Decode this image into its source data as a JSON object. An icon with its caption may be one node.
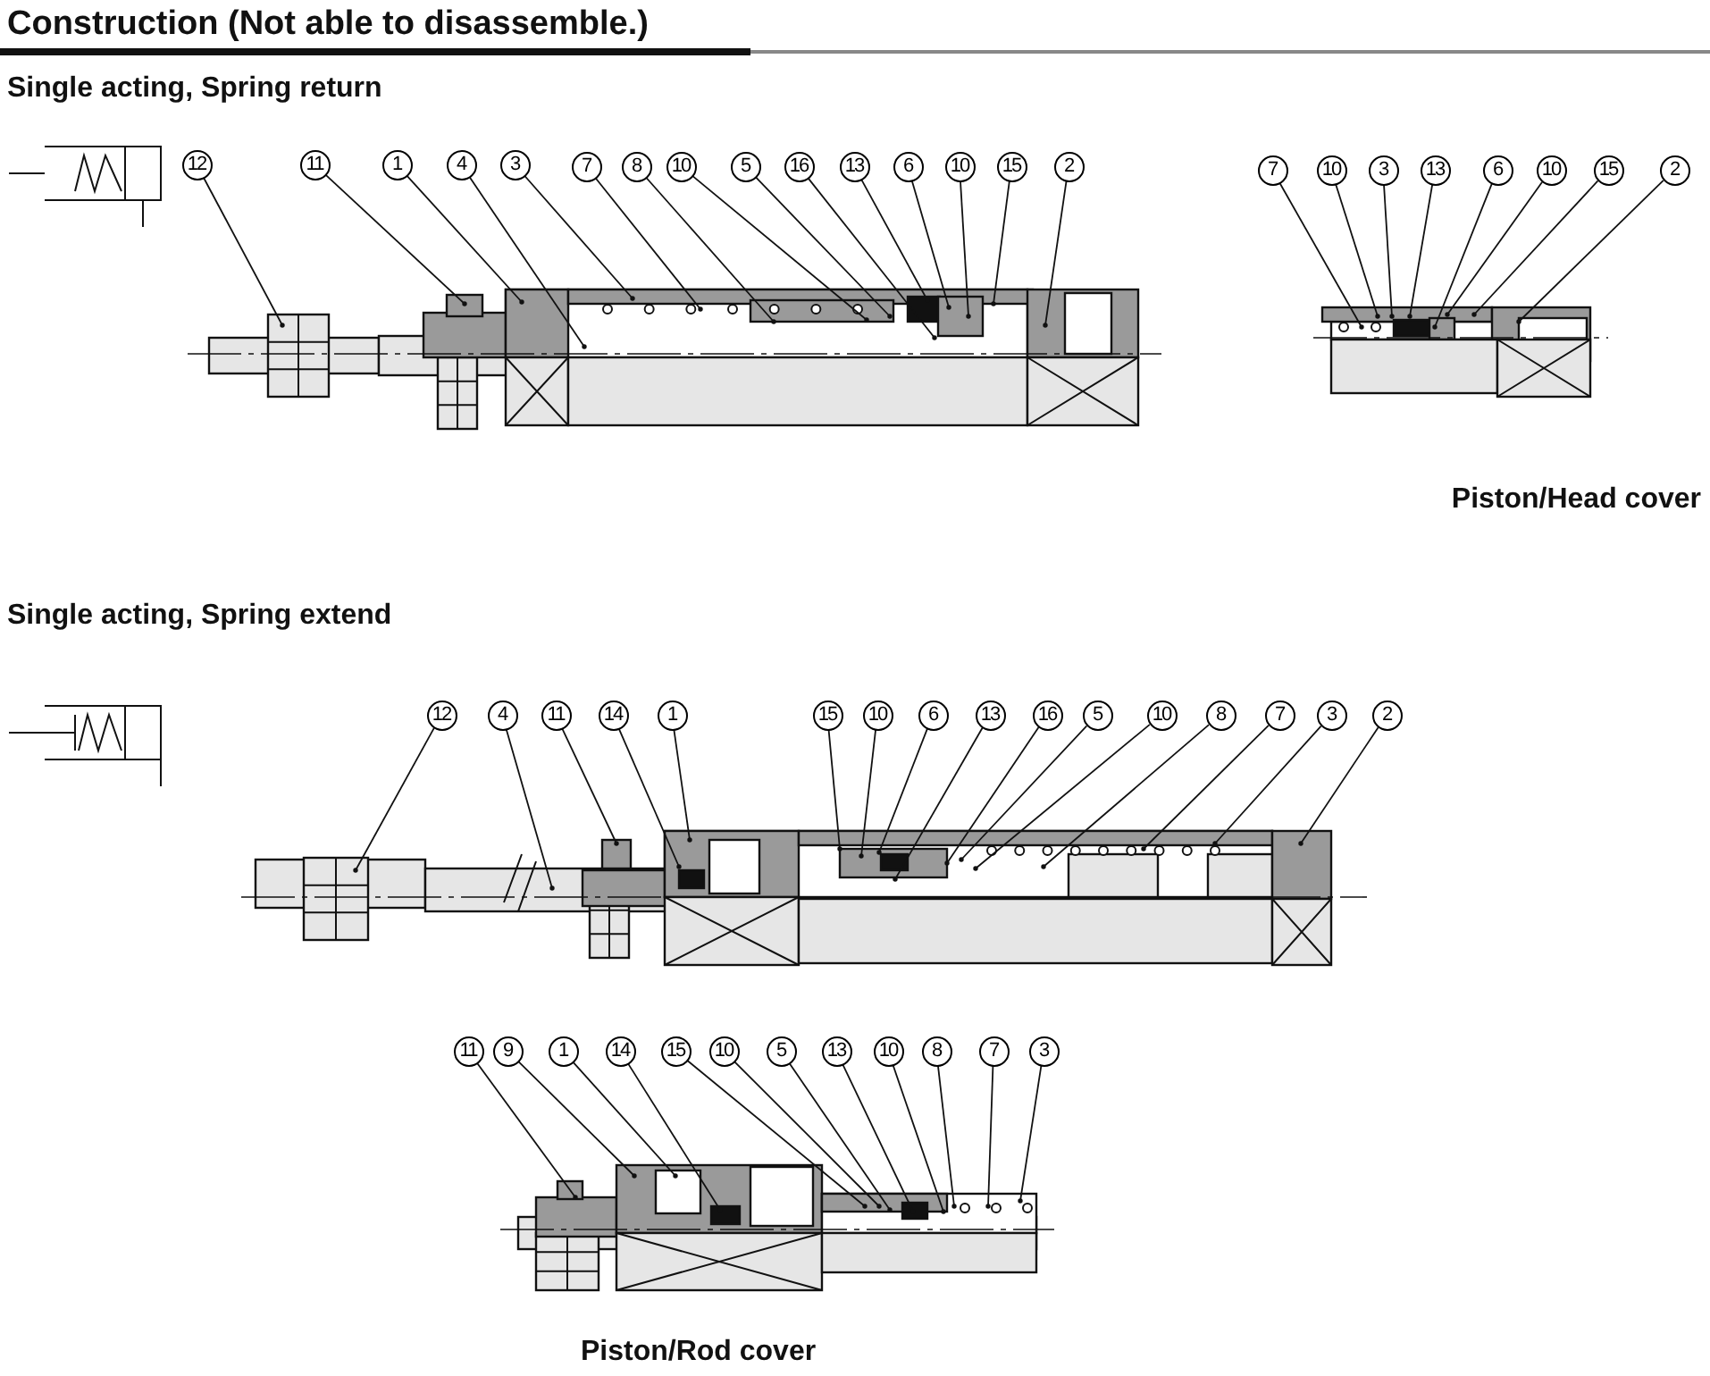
{
  "diagram": {
    "title": "Construction (Not able to disassemble.)",
    "nodes": [
      {
        "text": [
          "12"
        ]
      },
      {
        "text": [
          "11"
        ]
      },
      {
        "text": [
          "1"
        ]
      },
      {
        "text": [
          "4"
        ]
      },
      {
        "text": [
          "3"
        ]
      },
      {
        "text": [
          "7"
        ]
      },
      {
        "text": [
          "8"
        ]
      },
      {
        "text": [
          "10"
        ]
      },
      {
        "text": [
          "5"
        ]
      },
      {
        "text": [
          "16"
        ]
      },
      {
        "text": [
          "13"
        ]
      },
      {
        "text": [
          "6"
        ]
      },
      {
        "text": [
          "10"
        ]
      },
      {
        "text": [
          "15"
        ]
      },
      {
        "text": [
          "2"
        ]
      },
      {
        "text": [
          "7"
        ]
      },
      {
        "text": [
          "10"
        ]
      },
      {
        "text": [
          "3"
        ]
      },
      {
        "text": [
          "13"
        ]
      },
      {
        "text": [
          "6"
        ]
      },
      {
        "text": [
          "10"
        ]
      },
      {
        "text": [
          "15"
        ]
      },
      {
        "text": [
          "2"
        ]
      },
      {
        "text": [
          "12"
        ]
      },
      {
        "text": [
          "4"
        ]
      },
      {
        "text": [
          "11"
        ]
      },
      {
        "text": [
          "14"
        ]
      },
      {
        "text": [
          "1"
        ]
      },
      {
        "text": [
          "15"
        ]
      },
      {
        "text": [
          "10"
        ]
      },
      {
        "text": [
          "6"
        ]
      },
      {
        "text": [
          "13"
        ]
      },
      {
        "text": [
          "16"
        ]
      },
      {
        "text": [
          "5"
        ]
      },
      {
        "text": [
          "10"
        ]
      },
      {
        "text": [
          "8"
        ]
      },
      {
        "text": [
          "7"
        ]
      },
      {
        "text": [
          "3"
        ]
      },
      {
        "text": [
          "2"
        ]
      },
      {
        "text": [
          "11"
        ]
      },
      {
        "text": [
          "9"
        ]
      },
      {
        "text": [
          "1"
        ]
      },
      {
        "text": [
          "14"
        ]
      },
      {
        "text": [
          "15"
        ]
      },
      {
        "text": [
          "10"
        ]
      },
      {
        "text": [
          "5"
        ]
      },
      {
        "text": [
          "13"
        ]
      },
      {
        "text": [
          "10"
        ]
      },
      {
        "text": [
          "8"
        ]
      },
      {
        "text": [
          "7"
        ]
      },
      {
        "text": [
          "3"
        ]
      }
    ],
    "edges": [
      {
        "from": 0,
        "to": null,
        "arrow": "other"
      },
      {
        "from": 1,
        "to": null,
        "arrow": "other"
      },
      {
        "from": 2,
        "to": null,
        "arrow": "other"
      },
      {
        "from": 3,
        "to": null,
        "arrow": "other"
      },
      {
        "from": 4,
        "to": null,
        "arrow": "other"
      },
      {
        "from": 5,
        "to": null,
        "arrow": "other"
      },
      {
        "from": 6,
        "to": null,
        "arrow": "other"
      },
      {
        "from": 7,
        "to": null,
        "arrow": "other"
      },
      {
        "from": 8,
        "to": null,
        "arrow": "other"
      },
      {
        "from": 9,
        "to": null,
        "arrow": "other"
      },
      {
        "from": 10,
        "to": null,
        "arrow": "other"
      },
      {
        "from": 11,
        "to": null,
        "arrow": "other"
      },
      {
        "from": 12,
        "to": null,
        "arrow": "other"
      },
      {
        "from": 13,
        "to": null,
        "arrow": "other"
      },
      {
        "from": 14,
        "to": null,
        "arrow": "other"
      },
      {
        "from": 15,
        "to": null,
        "arrow": "other"
      },
      {
        "from": 16,
        "to": null,
        "arrow": "other"
      },
      {
        "from": 17,
        "to": null,
        "arrow": "other"
      },
      {
        "from": 18,
        "to": null,
        "arrow": "other"
      },
      {
        "from": 19,
        "to": null,
        "arrow": "other"
      },
      {
        "from": 20,
        "to": null,
        "arrow": "other"
      },
      {
        "from": 21,
        "to": null,
        "arrow": "other"
      },
      {
        "from": 22,
        "to": null,
        "arrow": "other"
      },
      {
        "from": 23,
        "to": null,
        "arrow": "other"
      },
      {
        "from": 24,
        "to": null,
        "arrow": "other"
      },
      {
        "from": 25,
        "to": null,
        "arrow": "other"
      },
      {
        "from": 26,
        "to": null,
        "arrow": "other"
      },
      {
        "from": 27,
        "to": null,
        "arrow": "other"
      },
      {
        "from": 28,
        "to": null,
        "arrow": "other"
      },
      {
        "from": 29,
        "to": null,
        "arrow": "other"
      },
      {
        "from": 30,
        "to": null,
        "arrow": "other"
      },
      {
        "from": 31,
        "to": null,
        "arrow": "other"
      },
      {
        "from": 32,
        "to": null,
        "arrow": "other"
      },
      {
        "from": 33,
        "to": null,
        "arrow": "other"
      },
      {
        "from": 34,
        "to": null,
        "arrow": "other"
      },
      {
        "from": 35,
        "to": null,
        "arrow": "other"
      },
      {
        "from": 36,
        "to": null,
        "arrow": "other"
      },
      {
        "from": 37,
        "to": null,
        "arrow": "other"
      },
      {
        "from": 38,
        "to": null,
        "arrow": "other"
      },
      {
        "from": 39,
        "to": null,
        "arrow": "other"
      },
      {
        "from": 40,
        "to": null,
        "arrow": "other"
      },
      {
        "from": 41,
        "to": null,
        "arrow": "other"
      },
      {
        "from": 42,
        "to": null,
        "arrow": "other"
      },
      {
        "from": 43,
        "to": null,
        "arrow": "other"
      },
      {
        "from": 44,
        "to": null,
        "arrow": "other"
      },
      {
        "from": 45,
        "to": null,
        "arrow": "other"
      },
      {
        "from": 46,
        "to": null,
        "arrow": "other"
      },
      {
        "from": 47,
        "to": null,
        "arrow": "other"
      },
      {
        "from": 48,
        "to": null,
        "arrow": "other"
      },
      {
        "from": 49,
        "to": null,
        "arrow": "other"
      },
      {
        "from": 50,
        "to": null,
        "arrow": "other"
      }
    ],
    "labels": [
      "Single acting, Spring return",
      "Piston/Head cover",
      "Single acting, Spring extend",
      "Piston/Rod cover"
    ]
  }
}
